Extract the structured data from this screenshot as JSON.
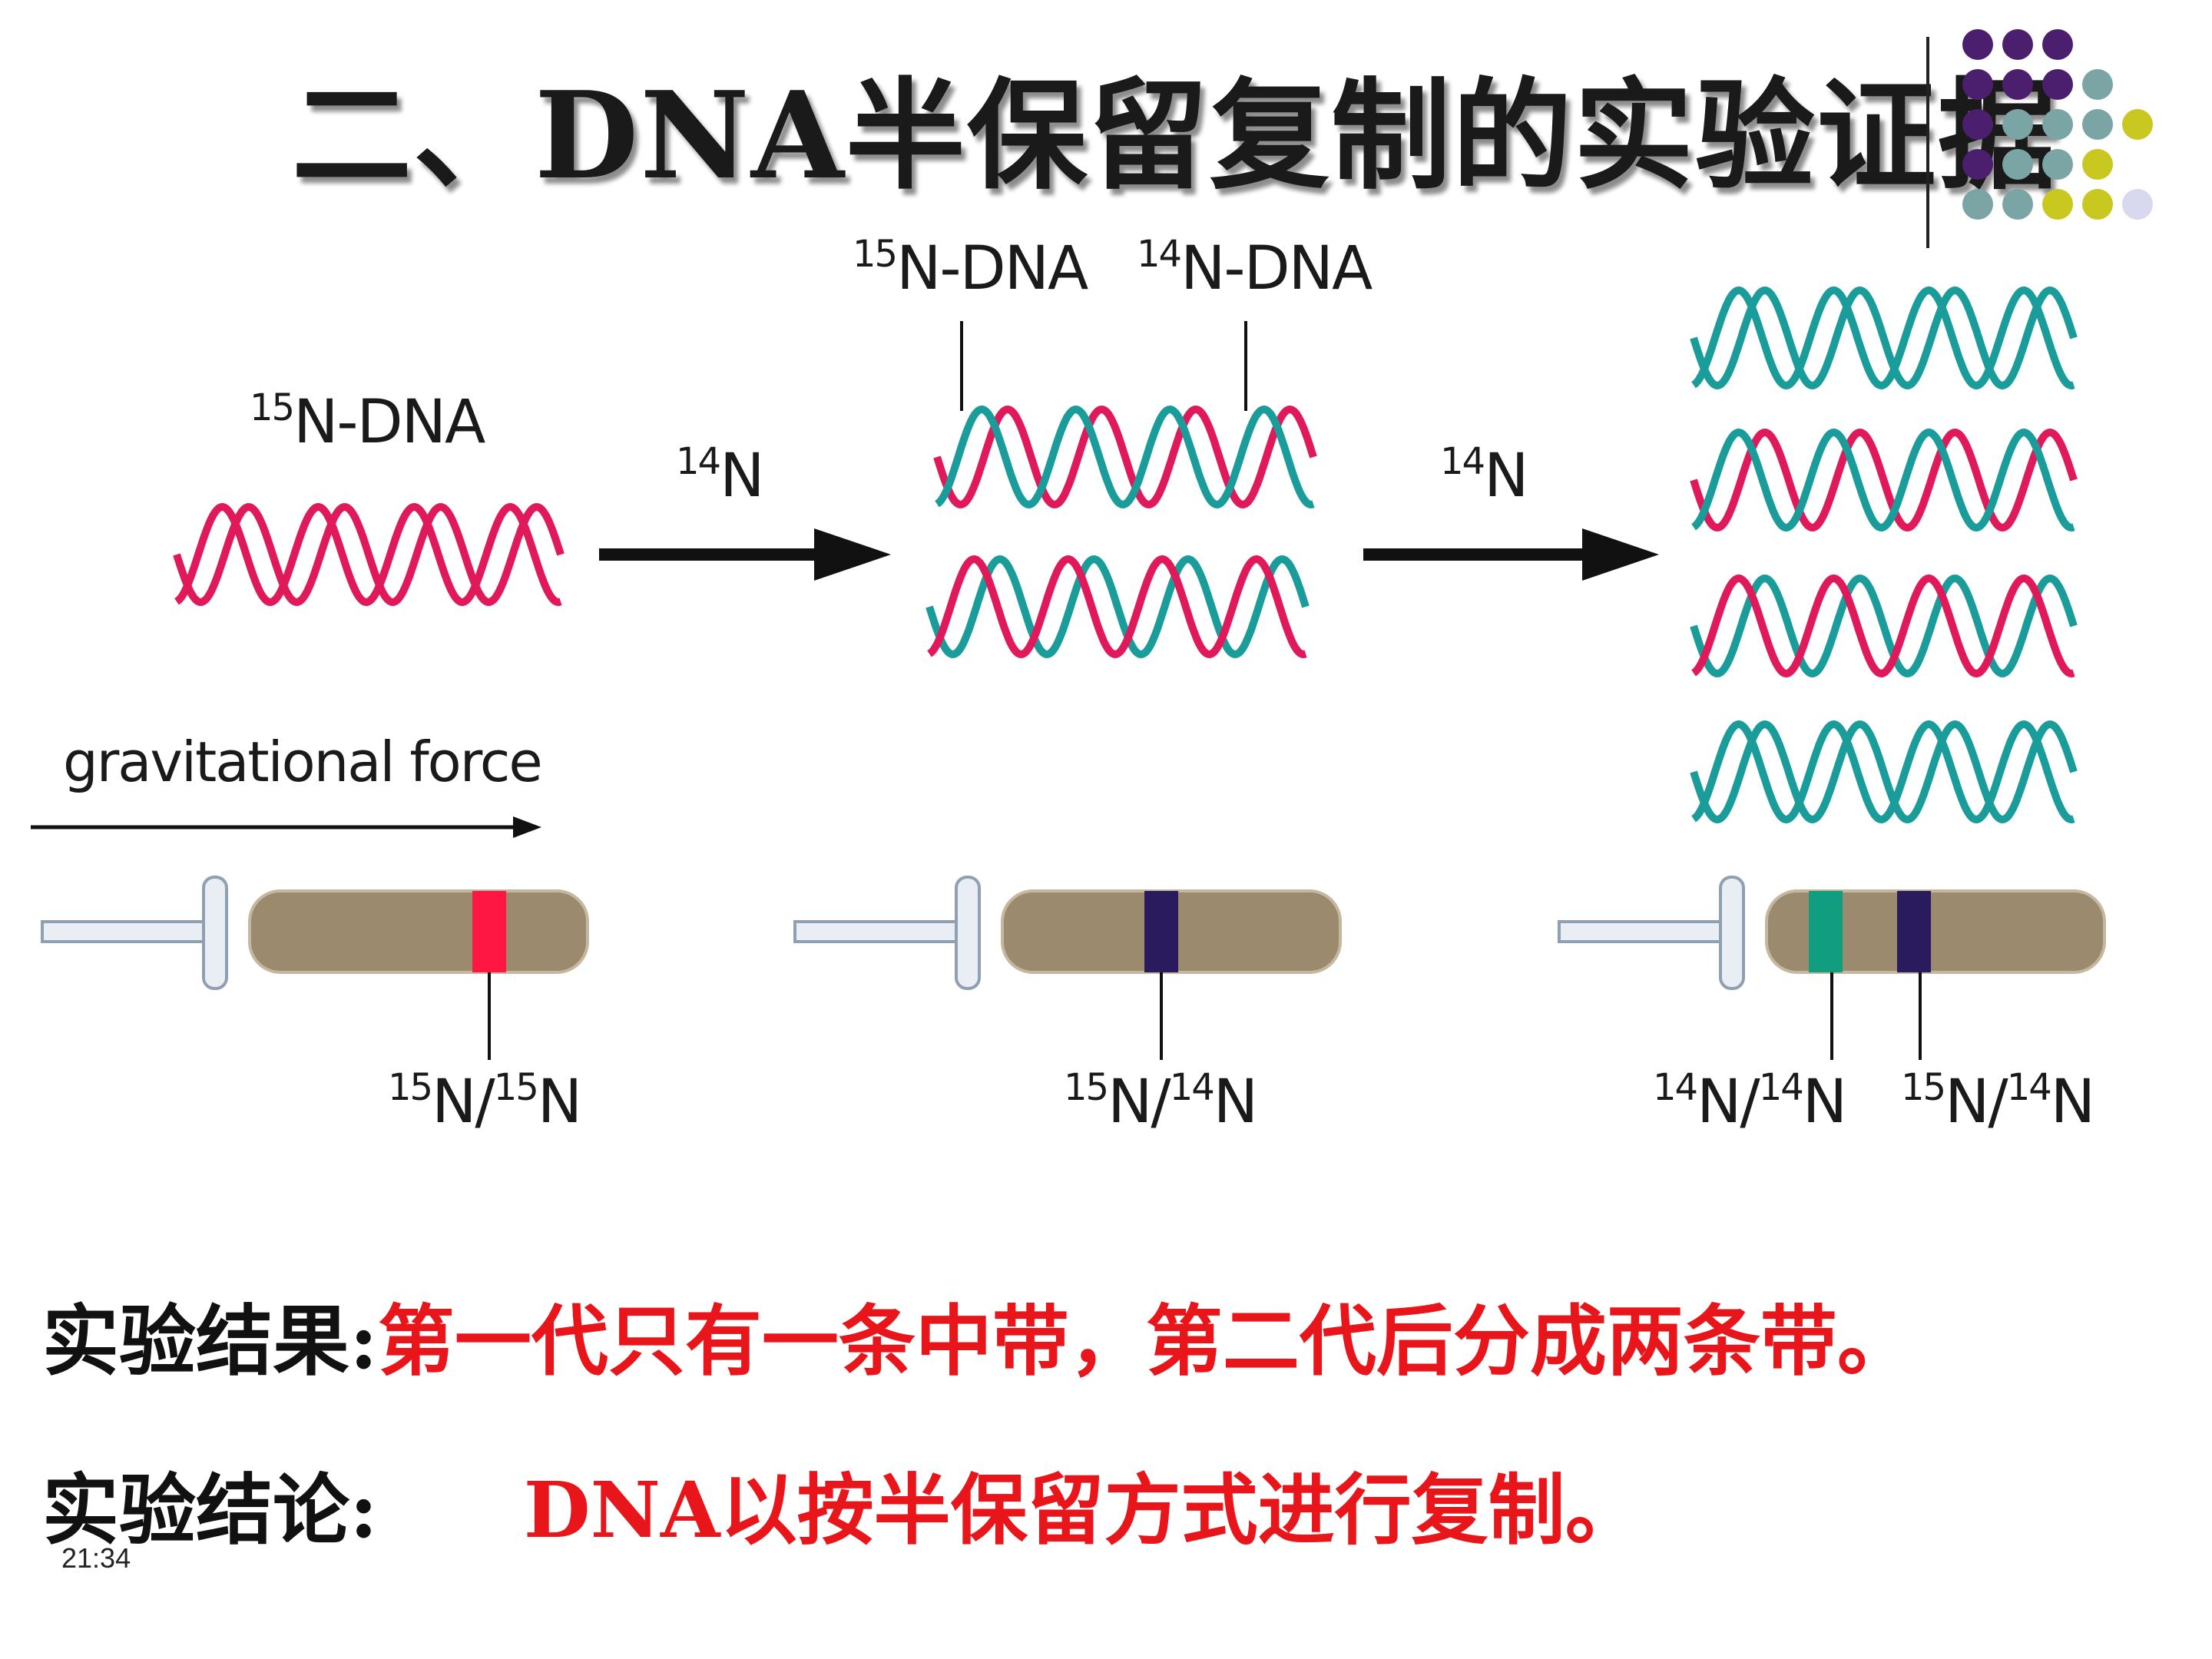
{
  "title": "二、DNA半保留复制的实验证据",
  "labels": {
    "parent_dna": "N-DNA",
    "parent_dna_sup": "15",
    "heavy_dna": "N-DNA",
    "heavy_dna_sup": "15",
    "light_dna": "N-DNA",
    "light_dna_sup": "14",
    "arrow1_sup": "14",
    "arrow1": "N",
    "arrow2_sup": "14",
    "arrow2": "N",
    "gravity": "gravitational force",
    "band1_sup1": "15",
    "band1_a": "N/",
    "band1_sup2": "15",
    "band1_b": "N",
    "band2_sup1": "15",
    "band2_a": "N/",
    "band2_sup2": "14",
    "band2_b": "N",
    "band3_sup1": "14",
    "band3_a": "N/",
    "band3_sup2": "14",
    "band3_b": "N",
    "band4_sup1": "15",
    "band4_a": "N/",
    "band4_sup2": "14",
    "band4_b": "N"
  },
  "result": {
    "label": "实验结果:",
    "text": "第一代只有一条中带，第二代后分成两条带。"
  },
  "conclusion": {
    "label": "实验结论:",
    "text": "DNA以按半保留方式进行复制。"
  },
  "timestamp": "21:34",
  "colors": {
    "n15_strand": "#e0195a",
    "n14_strand": "#1a9d9a",
    "tube": "#9b8a6e",
    "band_heavy": "#ff1744",
    "band_hybrid": "#2a1a5e",
    "band_light": "#119e80",
    "accent_purple": "#4b1e6e",
    "accent_teal": "#7ba4a4",
    "accent_yellow": "#c8c820",
    "text_red": "#e8161b"
  },
  "decor_dots": [
    [
      "purple",
      "purple",
      "purple"
    ],
    [
      "purple",
      "purple",
      "purple",
      "teal"
    ],
    [
      "purple",
      "teal",
      "teal",
      "teal",
      "yellow"
    ],
    [
      "purple",
      "teal",
      "teal",
      "yellow"
    ],
    [
      "teal",
      "teal",
      "yellow",
      "yellow",
      "lavender"
    ]
  ]
}
